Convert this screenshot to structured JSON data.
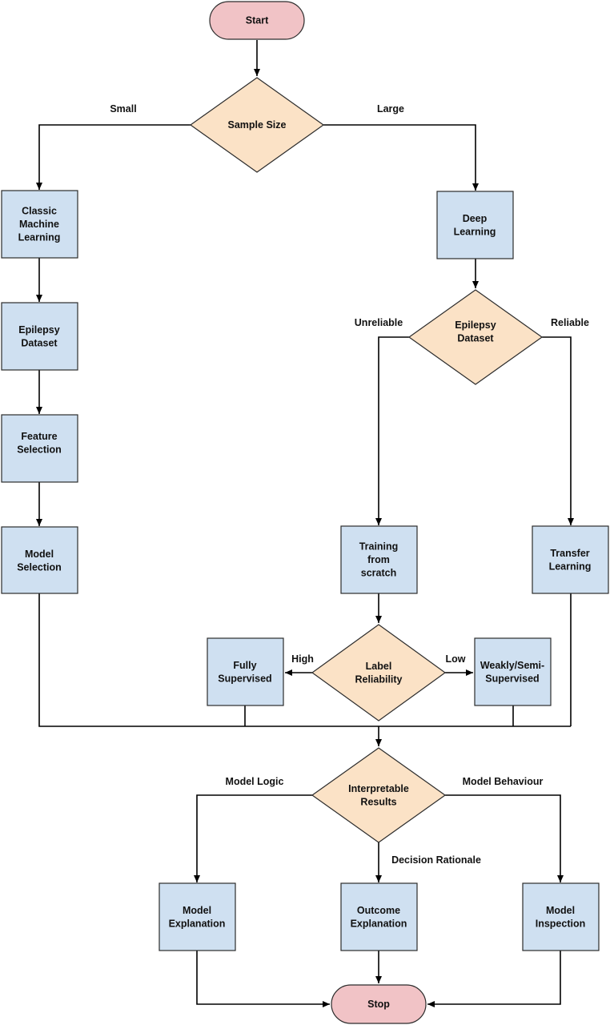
{
  "colors": {
    "process_fill": "#cfe0f1",
    "decision_fill": "#fbe2c6",
    "terminal_fill": "#f1c3c6",
    "stroke": "#2c2c2c",
    "edge": "#000000"
  },
  "nodes": {
    "start": {
      "lines": [
        "Start"
      ]
    },
    "sample_size": {
      "lines": [
        "Sample Size"
      ]
    },
    "classic_ml": {
      "lines": [
        "Classic",
        "Machine",
        "Learning"
      ]
    },
    "deep_learning": {
      "lines": [
        "Deep",
        "Learning"
      ]
    },
    "epilepsy_dataset_left": {
      "lines": [
        "Epilepsy",
        "Dataset"
      ]
    },
    "epilepsy_dataset_right": {
      "lines": [
        "Epilepsy",
        "Dataset"
      ]
    },
    "feature_selection": {
      "lines": [
        "Feature",
        "Selection"
      ]
    },
    "model_selection": {
      "lines": [
        "Model",
        "Selection"
      ]
    },
    "training_from_scratch": {
      "lines": [
        "Training",
        "from",
        "scratch"
      ]
    },
    "transfer_learning": {
      "lines": [
        "Transfer",
        "Learning"
      ]
    },
    "label_reliability": {
      "lines": [
        "Label",
        "Reliability"
      ]
    },
    "fully_supervised": {
      "lines": [
        "Fully",
        "Supervised"
      ]
    },
    "weakly_semi_supervised": {
      "lines": [
        "Weakly/Semi-",
        "Supervised"
      ]
    },
    "interpretable_results": {
      "lines": [
        "Interpretable",
        "Results"
      ]
    },
    "model_explanation": {
      "lines": [
        "Model",
        "Explanation"
      ]
    },
    "outcome_explanation": {
      "lines": [
        "Outcome",
        "Explanation"
      ]
    },
    "model_inspection": {
      "lines": [
        "Model",
        "Inspection"
      ]
    },
    "stop": {
      "lines": [
        "Stop"
      ]
    }
  },
  "edge_labels": {
    "small": "Small",
    "large": "Large",
    "unreliable": "Unreliable",
    "reliable": "Reliable",
    "high": "High",
    "low": "Low",
    "model_logic": "Model Logic",
    "model_behaviour": "Model Behaviour",
    "decision_rationale": "Decision Rationale"
  }
}
